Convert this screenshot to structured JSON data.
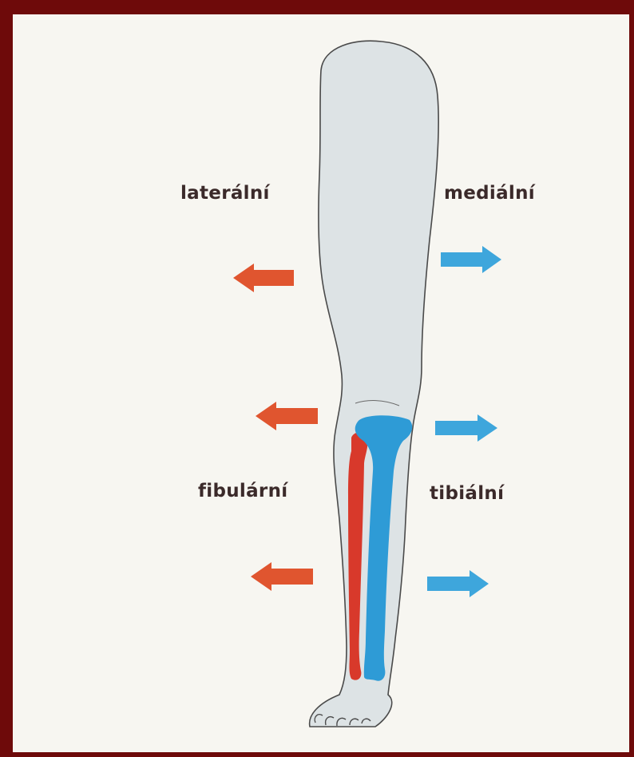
{
  "labels": {
    "lateral": "laterální",
    "medial": "mediální",
    "fibular": "fibulární",
    "tibial": "tibiální"
  },
  "colors": {
    "frame": "#6e0a0a",
    "paper": "#f7f6f1",
    "leg_fill": "#dde3e5",
    "leg_outline": "#4a4a4a",
    "tibia_blue": "#2e9bd6",
    "fibula_red": "#d8392b",
    "arrow_orange": "#e0552f",
    "arrow_blue": "#3ea6dc",
    "label_text": "#3b2a2a"
  }
}
